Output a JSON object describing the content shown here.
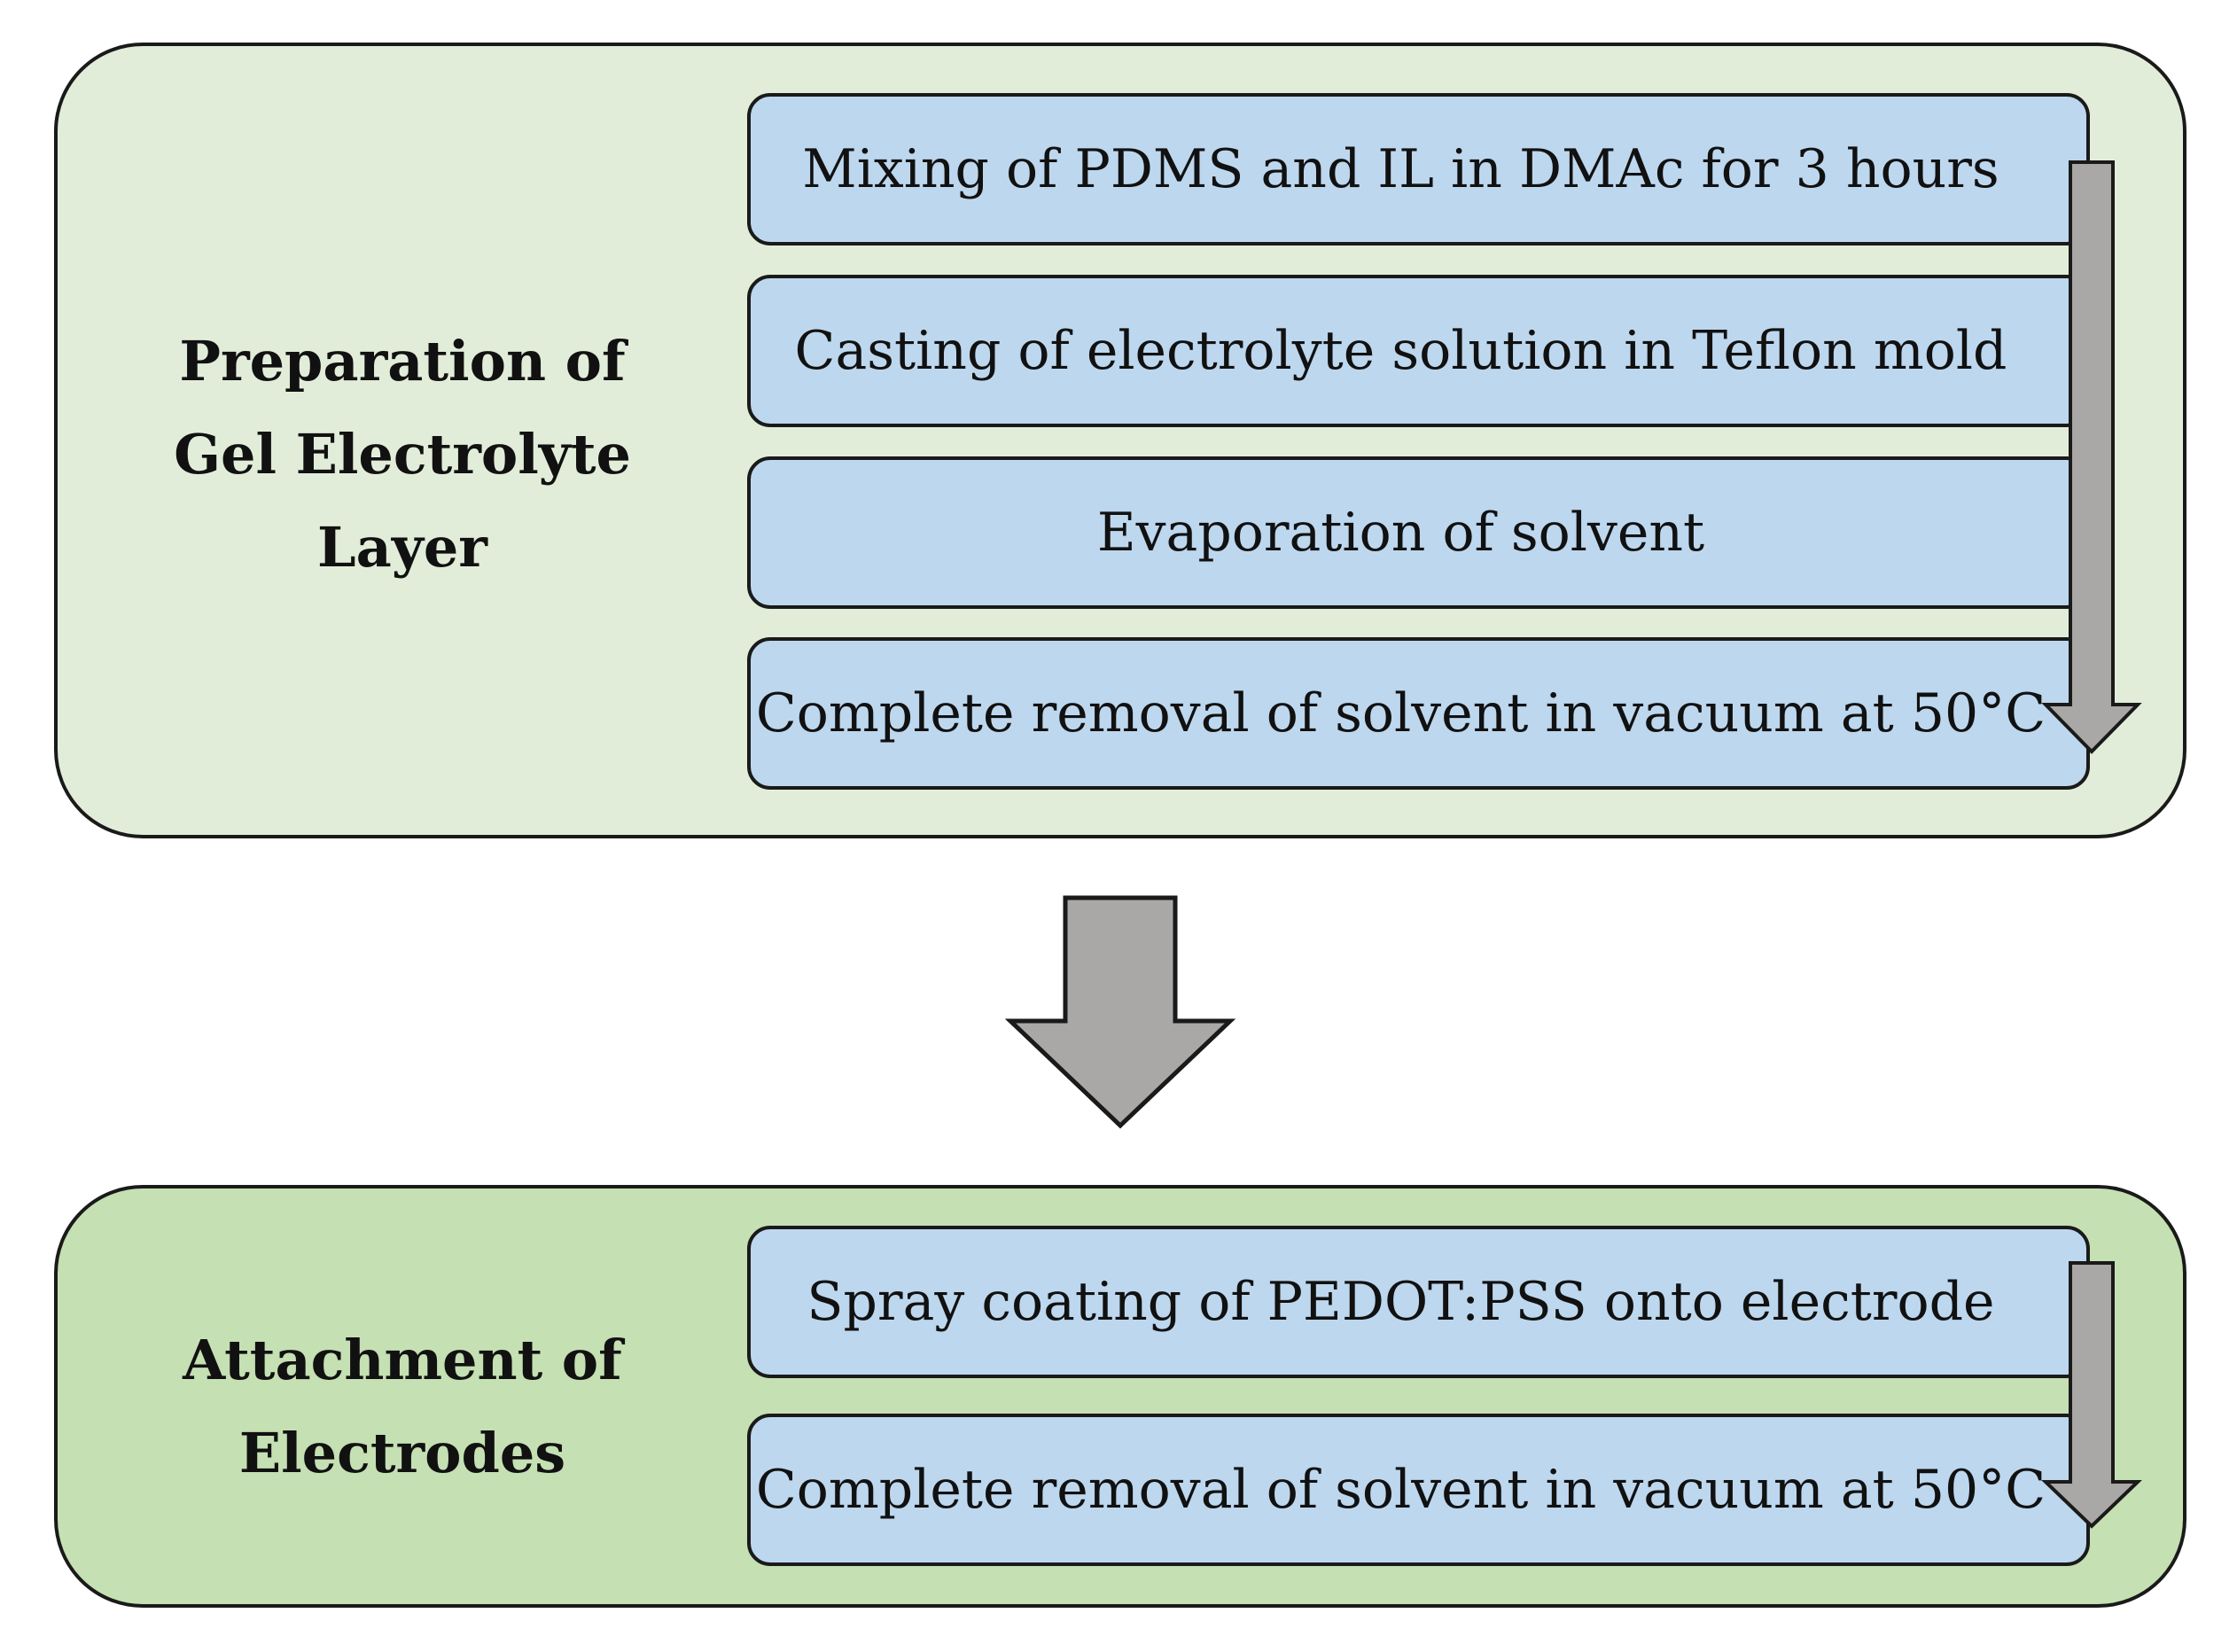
{
  "colors": {
    "panel_1_fill": "#e2edd9",
    "panel_2_fill": "#c5e0b3",
    "step_fill": "#bdd7ee",
    "arrow_fill": "#aaa7a7",
    "outline": "#1a1a1a"
  },
  "sections": [
    {
      "title": "Preparation of\nGel Electrolyte\nLayer",
      "steps": [
        "Mixing of PDMS and IL in DMAc for 3 hours",
        "Casting of electrolyte solution in Teflon mold",
        "Evaporation of solvent",
        "Complete removal of solvent in vacuum at 50°C"
      ]
    },
    {
      "title": "Attachment of\nElectrodes",
      "steps": [
        "Spray coating of PEDOT:PSS onto electrode",
        "Complete removal of solvent in vacuum at 50°C"
      ]
    }
  ],
  "connector_icon": "down-arrow-icon"
}
